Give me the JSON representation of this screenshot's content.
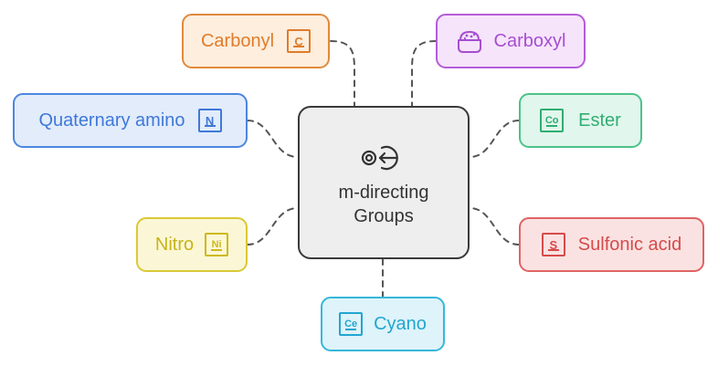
{
  "center": {
    "title_line1": "m-directing",
    "title_line2": "Groups",
    "icon": "target-arrow-icon"
  },
  "groups": {
    "carbonyl": {
      "label": "Carbonyl",
      "symbol": "C",
      "icon": "element-tile-icon"
    },
    "carboxyl": {
      "label": "Carboxyl",
      "icon": "bowl-icon"
    },
    "quaternary_amino": {
      "label": "Quaternary amino",
      "symbol": "N",
      "icon": "element-tile-icon"
    },
    "ester": {
      "label": "Ester",
      "symbol": "Co",
      "icon": "element-tile-icon"
    },
    "nitro": {
      "label": "Nitro",
      "symbol": "Ni",
      "icon": "element-tile-icon"
    },
    "sulfonic_acid": {
      "label": "Sulfonic acid",
      "symbol": "S",
      "icon": "element-tile-icon"
    },
    "cyano": {
      "label": "Cyano",
      "symbol": "Ce",
      "icon": "element-tile-icon"
    }
  },
  "colors": {
    "carbonyl": "#e07c2a",
    "carboxyl": "#a64ed0",
    "quaternary_amino": "#3f78d8",
    "ester": "#2fae72",
    "nitro": "#cdb91a",
    "sulfonic_acid": "#d54b4b",
    "cyano": "#21a6cf",
    "center_border": "#3a3a3a",
    "connector": "#555555"
  }
}
